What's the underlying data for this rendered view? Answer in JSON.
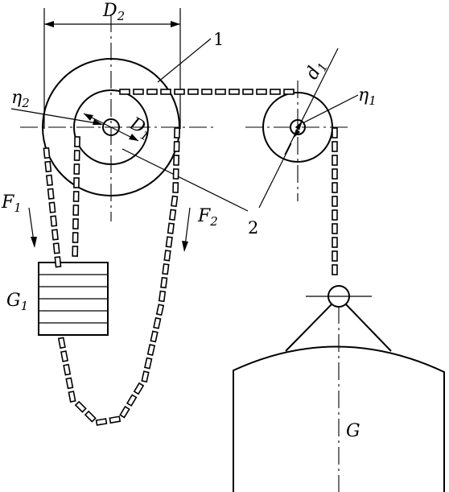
{
  "labels": {
    "D2": {
      "main": "D",
      "sub": "2"
    },
    "D1": {
      "main": "D",
      "sub": "1"
    },
    "d1": {
      "main": "d",
      "sub": "1"
    },
    "eta2": {
      "main": "η",
      "sub": "2"
    },
    "eta1": {
      "main": "η",
      "sub": "1"
    },
    "F1": {
      "main": "F",
      "sub": "1"
    },
    "F2": {
      "main": "F",
      "sub": "2"
    },
    "G1": {
      "main": "G",
      "sub": "1"
    },
    "G": {
      "main": "G"
    },
    "part1": "1",
    "part2": "2"
  },
  "colors": {
    "ink": "#000000",
    "paper": "#ffffff"
  }
}
